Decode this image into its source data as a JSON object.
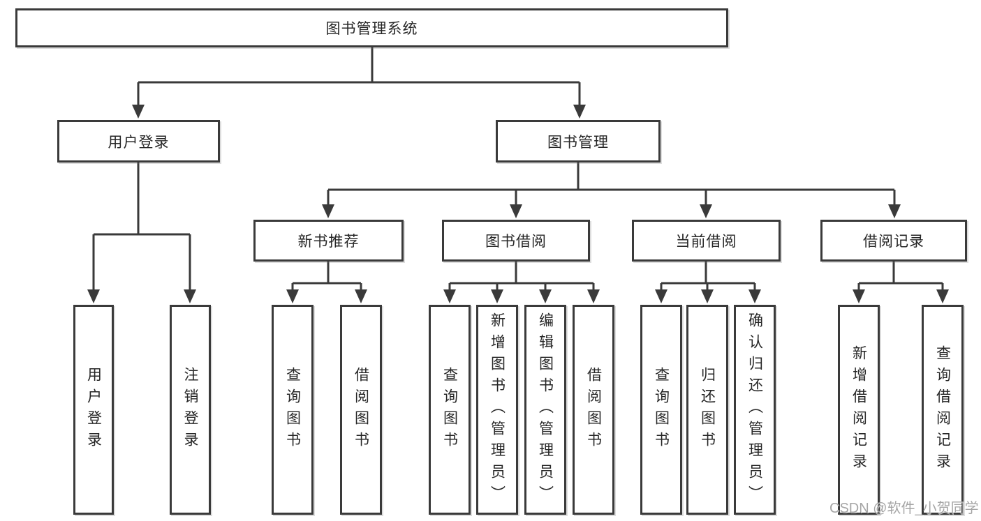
{
  "tree": {
    "root": "图书管理系统",
    "branches": [
      {
        "label": "用户登录",
        "leaves": [
          "用户登录",
          "注销登录"
        ]
      },
      {
        "label": "图书管理",
        "children": [
          {
            "label": "新书推荐",
            "leaves": [
              "查询图书",
              "借阅图书"
            ]
          },
          {
            "label": "图书借阅",
            "leaves": [
              "查询图书",
              "新增图书（管理员）",
              "编辑图书（管理员）",
              "借阅图书"
            ]
          },
          {
            "label": "当前借阅",
            "leaves": [
              "查询图书",
              "归还图书",
              "确认归还（管理员）"
            ]
          },
          {
            "label": "借阅记录",
            "leaves": [
              "新增借阅记录",
              "查询借阅记录"
            ]
          }
        ]
      }
    ]
  },
  "watermark": "CSDN @软件_小贺同学",
  "colors": {
    "line": "#3a3a3a",
    "box_border": "#3a3a3a",
    "text": "#262626",
    "background": "#ffffff",
    "watermark": "#a6a6a6"
  }
}
